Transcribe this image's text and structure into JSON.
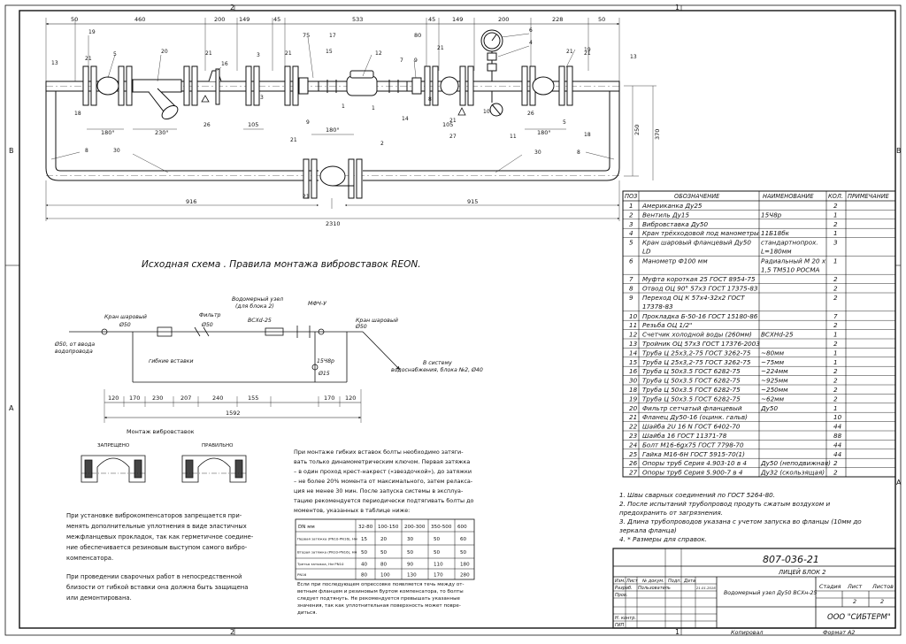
{
  "frame": {
    "zone_top": [
      "2",
      "1"
    ],
    "zone_bottom": [
      "2",
      "1"
    ],
    "zone_left": [
      "B",
      "A"
    ],
    "zone_right": [
      "B",
      "A"
    ]
  },
  "top_drawing": {
    "dims_top": [
      "50",
      "460",
      "200",
      "149",
      "45",
      "533",
      "45",
      "149",
      "200",
      "228",
      "50"
    ],
    "dims_small": [
      "75",
      "80"
    ],
    "dims_angles": [
      "180°",
      "230°",
      "180°",
      "180°"
    ],
    "dims_mid": [
      "105",
      "105"
    ],
    "dims_right": [
      "250",
      "370"
    ],
    "dims_bottom": [
      "916",
      "915",
      "2310"
    ],
    "callouts": [
      "13",
      "19",
      "21",
      "5",
      "20",
      "21",
      "16",
      "3",
      "21",
      "15",
      "17",
      "12",
      "7",
      "9",
      "21",
      "6",
      "4",
      "21",
      "21",
      "19",
      "13",
      "18",
      "26",
      "9",
      "1",
      "14",
      "21",
      "10",
      "11",
      "26",
      "5",
      "18",
      "8",
      "30",
      "21",
      "2",
      "21",
      "30",
      "8",
      "27",
      "3",
      "1",
      "8"
    ]
  },
  "scheme": {
    "title": "Исходная схема . Правила монтажа вибровставок REON.",
    "labels": {
      "water_node": "Водомерный узел",
      "water_node_sub": "(для блока 2)",
      "mfv": "МФЧ-У",
      "vskh": "ВСХd-25",
      "valve_left": "Кран шаровый",
      "valve_left_d": "Ø50",
      "filter": "Фильтр",
      "filter_d": "Ø50",
      "valve_right": "Кран шаровый",
      "valve_right_d": "Ø50",
      "inlet": "Ø50, от ввода",
      "inlet2": "водопровода",
      "flex": "гибкие вставки",
      "v15": "15Ч8р",
      "v15d": "Ø15",
      "outlet": "В систему",
      "outlet2": "водоснабжения, блока №2, Ø40"
    },
    "dims": [
      "120",
      "170",
      "230",
      "207",
      "240",
      "155",
      "170",
      "120"
    ],
    "total": "1592",
    "mount_caption": "Монтаж вибровставок",
    "forbidden": "ЗАПРЕЩЕНО",
    "correct": "ПРАВИЛЬНО",
    "note_left": [
      "При установке виброкомпенсаторов запрещается при-",
      "менять дополнительные уплотнения в виде эластичных",
      "межфланцевых прокладок, так как герметичное соедине-",
      "ние обеспечивается резиновым выступом самого вибро-",
      "компенсатора.",
      "При проведении сварочных работ в непосредственной",
      "близости от гибкой вставки она должна быть защищена",
      "или демонтирована."
    ],
    "note_right": [
      "При монтаже гибких вставок болты необходимо затяги-",
      "вать только динамометрическим ключом. Первая затяжка",
      "– в один проход крест-накрест («звездочкой»), до затяжки",
      "– не более 20% момента от максимального, затем релакса-",
      "ция не менее 30 мин. После запуска системы в эксплуа-",
      "тацию рекомендуется периодически подтягивать болты до",
      "моментов, указанных в таблице ниже:"
    ],
    "torque_header": [
      "DN мм",
      "32-80",
      "100-150",
      "200-300",
      "350-500",
      "600"
    ],
    "torque_rows": [
      {
        "label": "Первая затяжка (PN10-PN16), Нм",
        "vals": [
          "15",
          "20",
          "30",
          "50",
          "60"
        ]
      },
      {
        "label": "Вторая затяжка (PN10-PN16), Нм",
        "vals": [
          "50",
          "50",
          "50",
          "50",
          "50"
        ]
      },
      {
        "label": "Третья затяжка, Нм PN10",
        "vals": [
          "40",
          "80",
          "90",
          "110",
          "180"
        ]
      },
      {
        "label": "PN16",
        "vals": [
          "80",
          "100",
          "130",
          "170",
          "280"
        ]
      }
    ],
    "note_after": [
      "Если при последующем опрессовке появляется течь между от-",
      "ветным фланцем и резиновым буртом компенсатора, то болты",
      "следует подтянуть. Не рекомендуется превышать указанные",
      "значения, так как уплотнительная поверхность может повре-",
      "диться."
    ]
  },
  "spec": {
    "headers": [
      "ПОЗ",
      "ОБОЗНАЧЕНИЕ",
      "НАИМЕНОВАНИЕ",
      "КОЛ.",
      "ПРИМЕЧАНИЕ"
    ],
    "rows": [
      {
        "pos": "1",
        "des": "Американка Ду25",
        "name": "",
        "qty": "2"
      },
      {
        "pos": "2",
        "des": "Вентиль Ду15",
        "name": "15Ч8р",
        "qty": "1"
      },
      {
        "pos": "3",
        "des": "Вибровставка Ду50",
        "name": "",
        "qty": "2"
      },
      {
        "pos": "4",
        "des": "Кран трёхходовой под манометры",
        "name": "11Б18бк",
        "qty": "1"
      },
      {
        "pos": "5",
        "des": "Кран шаровый фланцевый Ду50",
        "des2": "LD",
        "name": "стандартнопрох.",
        "name2": "L=180мм",
        "qty": "3"
      },
      {
        "pos": "6",
        "des": "Манометр Ф100 мм",
        "name": "Радиальный М 20 х",
        "name2": "1,5  ТМ510 РОСМА",
        "qty": "1"
      },
      {
        "pos": "7",
        "des": "Муфта короткая 25 ГОСТ 8954-75",
        "name": "",
        "qty": "2"
      },
      {
        "pos": "8",
        "des": "Отвод ОЦ 90° 57х3 ГОСТ 17375-83",
        "name": "",
        "qty": "2"
      },
      {
        "pos": "9",
        "des": "Переход ОЦ К 57х4-32х2 ГОСТ",
        "des2": "17378-83",
        "name": "",
        "qty": "2"
      },
      {
        "pos": "10",
        "des": "Прокладка  Б-50-16 ГОСТ 15180-86",
        "name": "",
        "qty": "7"
      },
      {
        "pos": "11",
        "des": "Резьба ОЦ 1/2\"",
        "name": "",
        "qty": "2"
      },
      {
        "pos": "12",
        "des": "Счетчик холодной воды (260мм)",
        "name": "ВСХНd-25",
        "qty": "1"
      },
      {
        "pos": "13",
        "des": "Тройник ОЦ 57х3 ГОСТ 17376-2003",
        "name": "",
        "qty": "2"
      },
      {
        "pos": "14",
        "des": "Труба Ц 25х3,2-75 ГОСТ 3262-75",
        "name": "~80мм",
        "qty": "1"
      },
      {
        "pos": "15",
        "des": "Труба Ц 25х3,2-75 ГОСТ 3262-75",
        "name": "~75мм",
        "qty": "1"
      },
      {
        "pos": "16",
        "des": "Труба Ц 50х3.5 ГОСТ 6282-75",
        "name": "~224мм",
        "qty": "2"
      },
      {
        "pos": "30",
        "des": "Труба Ц 50х3.5 ГОСТ 6282-75",
        "name": "~925мм",
        "qty": "2"
      },
      {
        "pos": "18",
        "des": "Труба Ц 50х3.5 ГОСТ 6282-75",
        "name": "~250мм",
        "qty": "2"
      },
      {
        "pos": "19",
        "des": "Труба Ц 50х3.5 ГОСТ 6282-75",
        "name": "~62мм",
        "qty": "2"
      },
      {
        "pos": "20",
        "des": "Фильтр сетчатый фланцевый",
        "name": "Ду50",
        "qty": "1"
      },
      {
        "pos": "21",
        "des": "Фланец Ду50-16 (оцинк. гальв)",
        "name": "",
        "qty": "10"
      },
      {
        "pos": "22",
        "des": "Шайба 2U 16 N ГОСТ 6402-70",
        "name": "",
        "qty": "44"
      },
      {
        "pos": "23",
        "des": "Шайба 16 ГОСТ 11371-78",
        "name": "",
        "qty": "88"
      },
      {
        "pos": "24",
        "des": "Болт М16-6gх75 ГОСТ 7798-70",
        "name": "",
        "qty": "44"
      },
      {
        "pos": "25",
        "des": "Гайка М16-6Н ГОСТ 5915-70(1)",
        "name": "",
        "qty": "44"
      },
      {
        "pos": "26",
        "des": "Опоры труб Серия 4.903-10 в 4",
        "name": "Ду50 (неподвижная)",
        "qty": "2"
      },
      {
        "pos": "27",
        "des": "Опоры труб Серия 5.900-7 в 4",
        "name": "Ду32 (скользящая)",
        "qty": "2"
      }
    ]
  },
  "notes": [
    "1.   Швы сварных соединений по ГОСТ 5264-80.",
    "2.   После испытаний трубопровод продуть сжатым воздухом и",
    "      предохранить от загрязнения.",
    "3.   Длина трубопроводов указана с учетом запуска во фланцы (10мм до",
    "      зеркала фланца)",
    "4.   * Размеры для справок."
  ],
  "title_block": {
    "code": "807-036-21",
    "block_name": "ЛИЦЕЙ БЛОК 2",
    "node_name": "Водомерный узел Ду50 ВСХн-25",
    "stage_label": "Стадия",
    "sheet_label": "Лист",
    "sheets_label": "Листов",
    "sheet": "2",
    "sheets": "2",
    "company": "ООО \"СИБТЕРМ\"",
    "col_headers": [
      "Изм.",
      "Лист",
      "№ докум.",
      "Подп.",
      "Дата"
    ],
    "roles": [
      "Разраб.",
      "Пров.",
      "",
      "Н. контр.",
      "ГИП"
    ],
    "dev_name": "Пользователь",
    "dev_date": "21.01.2016",
    "copied": "Копировал",
    "format": "Формат А2"
  }
}
